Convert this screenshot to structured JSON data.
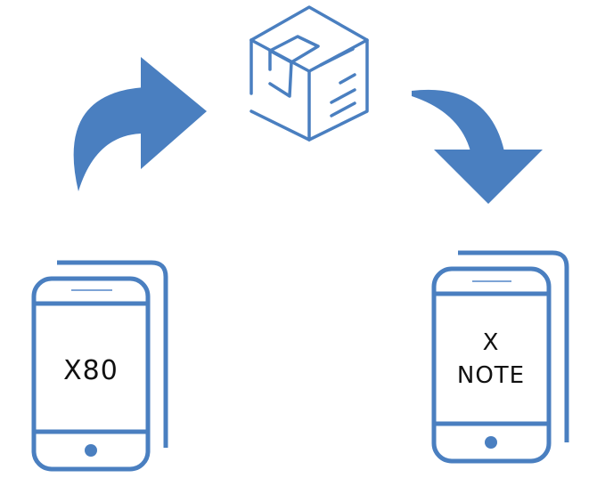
{
  "colors": {
    "accent": "#4a7fc0"
  },
  "source_device": {
    "label": "X80",
    "icon": "smartphone-icon"
  },
  "package": {
    "icon": "package-box-icon"
  },
  "target_device": {
    "label_line1": "X",
    "label_line2": "NOTE",
    "icon": "smartphone-icon"
  },
  "arrows": [
    "curved-arrow-up-right-icon",
    "curved-arrow-down-icon"
  ]
}
